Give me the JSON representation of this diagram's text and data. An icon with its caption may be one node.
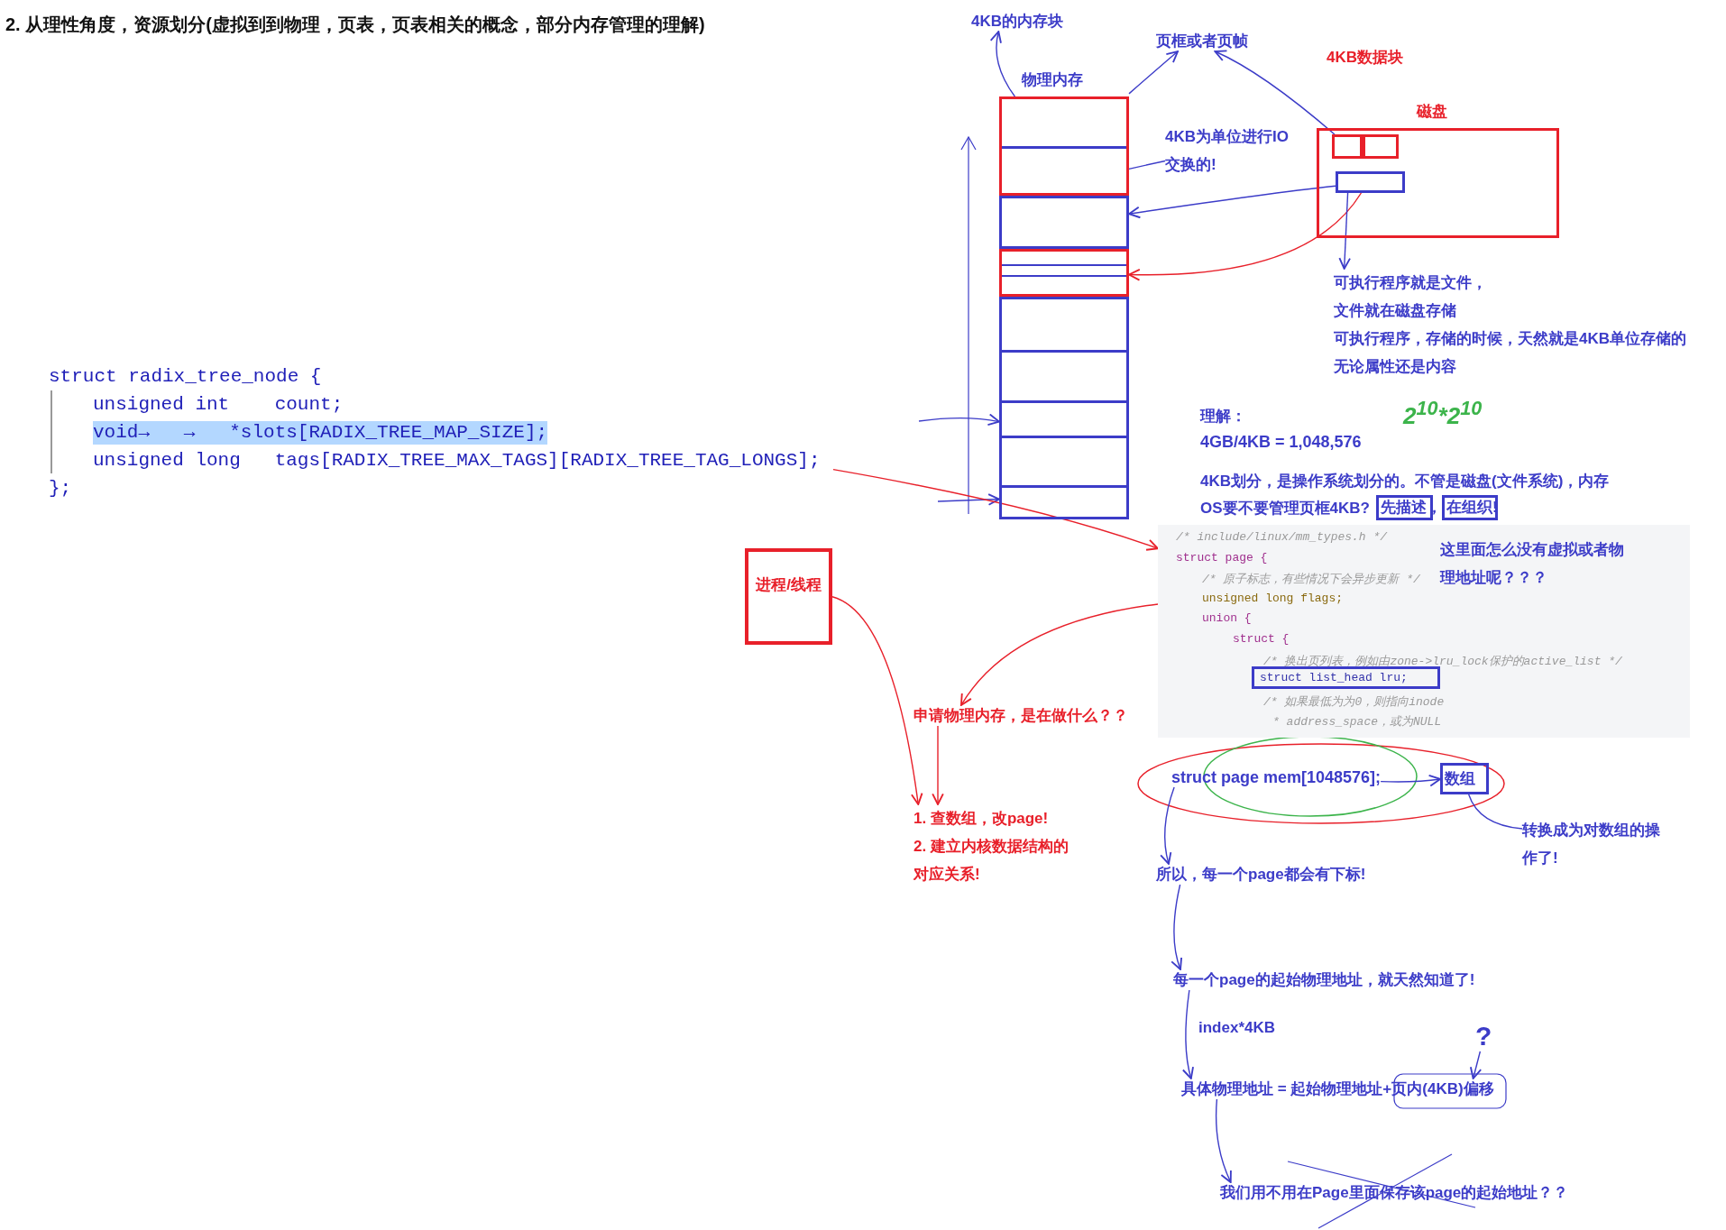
{
  "diagram": {
    "title": "2. 从理性角度，资源划分(虚拟到到物理，页表，页表相关的概念，部分内存管理的理解)",
    "nodes": [
      {
        "text": [
          "4KB的内存块"
        ]
      },
      {
        "text": [
          "页框或者页帧"
        ]
      },
      {
        "text": [
          "物理内存"
        ]
      },
      {
        "text": [],
        "shape": "box",
        "in": 2
      },
      {
        "text": [],
        "shape": "box",
        "in": 2
      },
      {
        "text": [],
        "shape": "box",
        "in": 2
      },
      {
        "text": [
          "磁盘"
        ]
      },
      {
        "text": [],
        "shape": "box",
        "in": 6
      },
      {
        "text": [],
        "shape": "box",
        "in": 6
      },
      {
        "text": [],
        "shape": "box",
        "in": 6
      },
      {
        "text": [
          "4KB为单位进行IO交换的!"
        ]
      },
      {
        "text": [
          "可执行程序就是文件，",
          "文件就在磁盘存储",
          "可执行程序，存储的时候，天然就是4KB单位存储的",
          "无论属性还是内容"
        ]
      },
      {
        "text": [
          "先描述，"
        ]
      },
      {
        "text": [
          "在组织!"
        ]
      },
      {
        "text": [
          "/* include/linux/mm_types.h */",
          "struct page {",
          "/* 原子标志，有些情况下会异步更新 */",
          "unsigned long flags;",
          "union {",
          "struct {",
          "/* 换出页列表，例如由zone->lru_lock保护的active_list */",
          "/* 如果最低为为0，则指向inode",
          "* address_space，或为NULL"
        ]
      },
      {
        "text": [
          "struct list_head lru;"
        ],
        "in": 14
      },
      {
        "text": [
          "struct radix_tree_node {",
          "unsigned int    count;",
          "void→   →   *slots[RADIX_TREE_MAP_SIZE];",
          "unsigned long   tags[RADIX_TREE_MAX_TAGS][RADIX_TREE_TAG_LONGS];",
          "};"
        ]
      },
      {
        "text": [
          "进程/线程"
        ]
      },
      {
        "text": [
          "申请物理内存，是在做什么？？"
        ]
      },
      {
        "text": [
          "1. 查数组，改page!",
          "2. 建立内核数据结构的对应关系!"
        ]
      },
      {
        "text": [
          "struct page mem[1048576];"
        ]
      },
      {
        "text": [
          "数组"
        ]
      },
      {
        "text": [
          "转换成为对数组的操作了!"
        ]
      },
      {
        "text": [
          "所以，每一个page都会有下标!"
        ]
      },
      {
        "text": [
          "每一个page的起始物理地址，就天然知道了!"
        ]
      },
      {
        "text": [
          "具体物理地址 = 起始物理地址+页内(4KB)偏移"
        ]
      },
      {
        "text": [
          "?"
        ]
      },
      {
        "text": [
          "我们用不用在Page里面保存该page的起始地址？？"
        ]
      }
    ],
    "edges": [
      {
        "from": 3,
        "to": 0,
        "arrow": "to"
      },
      {
        "from": 2,
        "to": 1,
        "arrow": "to"
      },
      {
        "from": 7,
        "to": 1,
        "arrow": "to"
      },
      {
        "from": 3,
        "to": 10,
        "arrow": "none"
      },
      {
        "from": 9,
        "to": 4,
        "arrow": "to"
      },
      {
        "from": 9,
        "to": 5,
        "arrow": "to",
        "color": "#e8202a"
      },
      {
        "from": 9,
        "to": 11,
        "arrow": "to"
      },
      {
        "from": null,
        "to": 2,
        "arrow": "to"
      },
      {
        "from": null,
        "to": 2,
        "arrow": "to"
      },
      {
        "from": 16,
        "to": 14,
        "arrow": "to",
        "color": "#e8202a"
      },
      {
        "from": 14,
        "to": 18,
        "arrow": "to",
        "color": "#e8202a"
      },
      {
        "from": 17,
        "to": 19,
        "arrow": "to",
        "color": "#e8202a"
      },
      {
        "from": 18,
        "to": 19,
        "arrow": "to",
        "color": "#e8202a"
      },
      {
        "from": 20,
        "to": 21,
        "arrow": "to"
      },
      {
        "from": 21,
        "to": 22,
        "arrow": "none"
      },
      {
        "from": 20,
        "to": 23,
        "arrow": "to"
      },
      {
        "from": 23,
        "to": 24,
        "arrow": "to"
      },
      {
        "from": 24,
        "to": 25,
        "arrow": "to"
      },
      {
        "from": 26,
        "to": 25,
        "arrow": "to"
      },
      {
        "from": 25,
        "to": 27,
        "arrow": "to"
      }
    ],
    "labels": [
      "4KB数据块",
      "理解：",
      "4GB/4KB = 1,048,576",
      "2$^{10}$*2$^{10}$",
      "4KB划分，是操作系统划分的。不管是磁盘(文件系统)，内存",
      "OS要不要管理页框4KB?",
      "这里面怎么没有虚拟或者物理地址呢？？？",
      "index*4KB"
    ]
  }
}
